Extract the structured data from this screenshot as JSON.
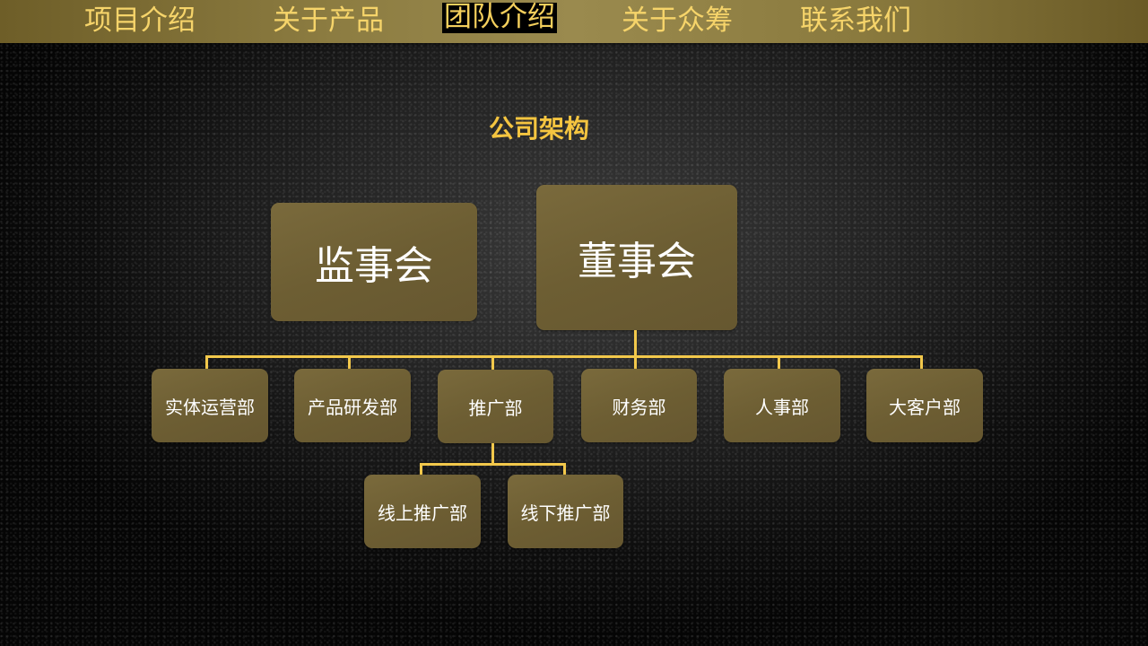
{
  "nav": {
    "items": [
      {
        "label": "项目介绍",
        "active": false
      },
      {
        "label": "关于产品",
        "active": false
      },
      {
        "label": "团队介绍",
        "active": true
      },
      {
        "label": "关于众筹",
        "active": false
      },
      {
        "label": "联系我们",
        "active": false
      }
    ]
  },
  "page": {
    "title": "公司架构"
  },
  "org_chart": {
    "top_level": [
      {
        "label": "监事会"
      },
      {
        "label": "董事会"
      }
    ],
    "departments": [
      {
        "label": "实体运营部"
      },
      {
        "label": "产品研发部"
      },
      {
        "label": "推广部"
      },
      {
        "label": "财务部"
      },
      {
        "label": "人事部"
      },
      {
        "label": "大客户部"
      }
    ],
    "sub_departments": [
      {
        "label": "线上推广部",
        "parent": "推广部"
      },
      {
        "label": "线下推广部",
        "parent": "推广部"
      }
    ]
  },
  "colors": {
    "accent": "#f5c540",
    "nav_text": "#f6d46a",
    "box_fill": "#6d5e33",
    "connector": "#f2c84b"
  }
}
